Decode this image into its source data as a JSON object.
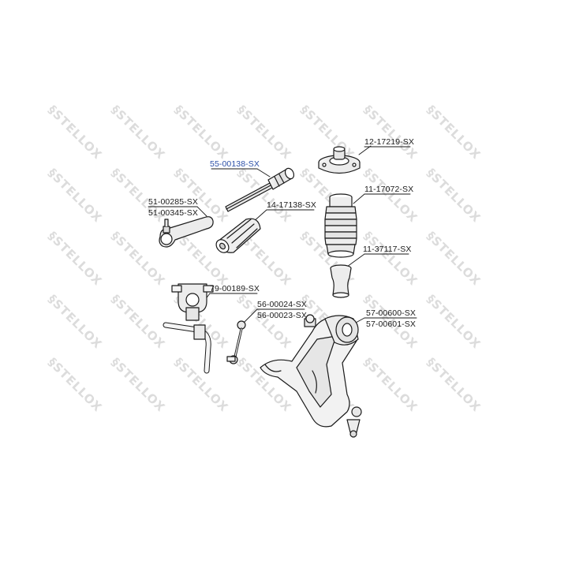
{
  "watermark": {
    "text": "STELLOX",
    "color": "#dcdcdc"
  },
  "colors": {
    "highlight": "#2b4fa8",
    "line": "#1a1a1a",
    "part_fill": "#ececec"
  },
  "labels": {
    "top_mount": "12-17219-SX",
    "tie_rod": "55-00138-SX",
    "tie_rod_end_1": "51-00285-SX",
    "tie_rod_end_2": "51-00345-SX",
    "steering_boot": "14-17138-SX",
    "shock_boot": "11-17072-SX",
    "bump_stop": "11-37117-SX",
    "stabilizer_bushing": "79-00189-SX",
    "stabilizer_link_1": "56-00024-SX",
    "stabilizer_link_2": "56-00023-SX",
    "control_arm_1": "57-00600-SX",
    "control_arm_2": "57-00601-SX"
  },
  "icons": [
    "tie-rod-end-icon",
    "steering-boot-icon",
    "tie-rod-icon",
    "top-mount-icon",
    "shock-boot-icon",
    "bump-stop-icon",
    "stabilizer-bushing-icon",
    "stabilizer-bar-icon",
    "stabilizer-link-icon",
    "control-arm-icon"
  ]
}
